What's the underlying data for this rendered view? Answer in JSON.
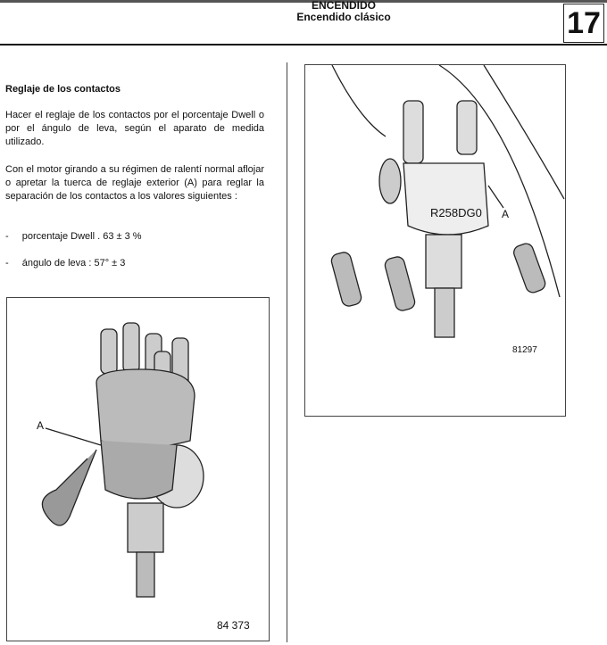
{
  "header": {
    "section": "ENCENDIDO",
    "subsection": "Encendido  clásico",
    "chapter_number": "17"
  },
  "content": {
    "heading": "Reglaje de los contactos",
    "paragraph1": "Hacer el reglaje de los contactos por el porcentaje Dwell o por el ángulo de leva, según el aparato de medida utilizado.",
    "paragraph2": "Con el motor girando a su régimen de ralentí normal aflojar o apretar la tuerca de reglaje exterior (A) para reglar la separación de los contactos a los valores siguientes :",
    "values": [
      {
        "bullet": "-",
        "text": "porcentaje Dwell . 63 ± 3 %"
      },
      {
        "bullet": "-",
        "text": "ángulo de leva : 57° ± 3"
      }
    ]
  },
  "figures": {
    "left": {
      "callout": "A",
      "ref": "84 373"
    },
    "right": {
      "callout": "A",
      "part_marking": "R258DG0",
      "ref": "81297"
    }
  }
}
